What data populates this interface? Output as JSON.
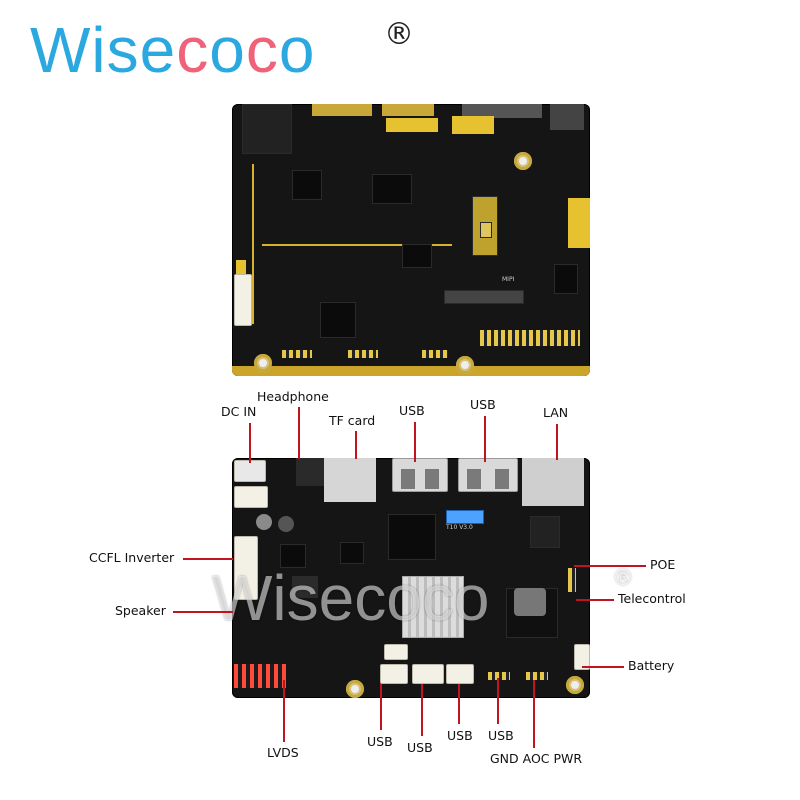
{
  "brand": {
    "logo_text": "Wisecoco",
    "registered_mark": "®"
  },
  "labels": {
    "dc_in": "DC IN",
    "headphone": "Headphone",
    "tf_card": "TF card",
    "usb_top_left": "USB",
    "usb_top_right": "USB",
    "lan": "LAN",
    "ccfl_inverter": "CCFL Inverter",
    "speaker": "Speaker",
    "poe": "POE",
    "telecontrol": "Telecontrol",
    "battery": "Battery",
    "lvds": "LVDS",
    "usb_bottom_1": "USB",
    "usb_bottom_2": "USB",
    "usb_bottom_3": "USB",
    "usb_bottom_4": "USB",
    "gnd_aoc_pwr": "GND AOC PWR"
  },
  "board_silkscreen": {
    "model": "T10 V3.0",
    "mipi": "MIPI"
  },
  "colors": {
    "logo_blue": "#2ba8e0",
    "logo_pink": "#f0627a",
    "leader_red": "#c0151e",
    "pcb_black": "#151515",
    "pad_gold": "#e7c230"
  }
}
